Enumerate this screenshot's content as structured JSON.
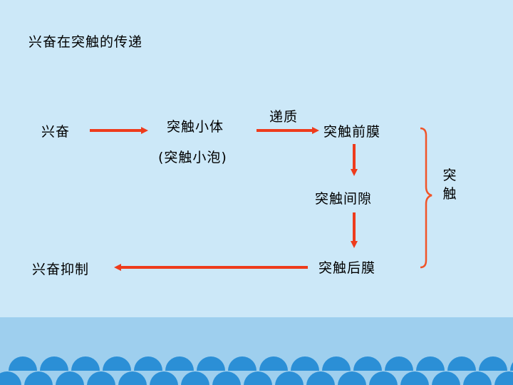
{
  "title": "兴奋在突触的传递",
  "nodes": {
    "excitation": "兴奋",
    "vesicle": "突触小体",
    "vesicle_note": "(突触小泡)",
    "transmitter": "递质",
    "pre_membrane": "突触前膜",
    "cleft": "突触间隙",
    "post_membrane": "突触后膜",
    "inhibition": "兴奋抑制"
  },
  "brace_label": [
    "突",
    "触"
  ],
  "colors": {
    "arrow": "#ee3b1c",
    "brace": "#f0552a",
    "background": "#cce8f8",
    "waves": "#2b8fd6"
  }
}
